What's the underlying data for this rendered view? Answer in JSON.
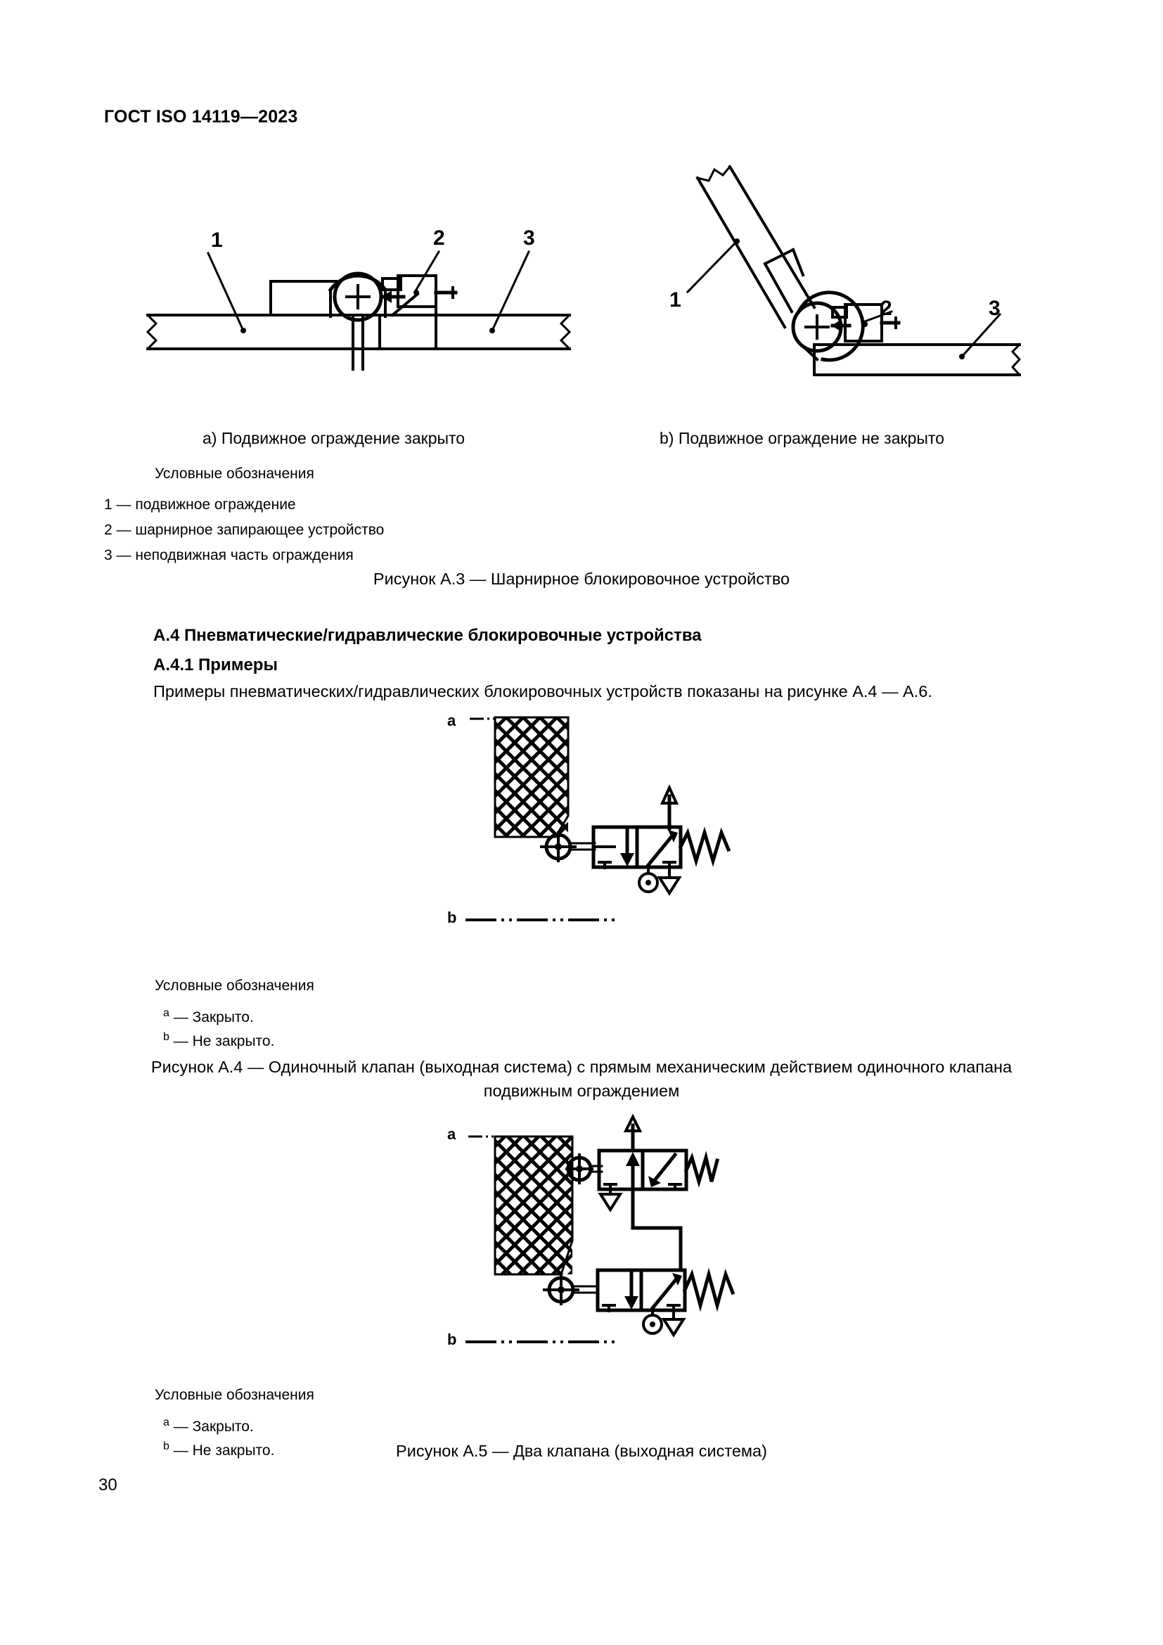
{
  "header": {
    "title": "ГОСТ ISO 14119—2023"
  },
  "page_number": "30",
  "figure_a3": {
    "sub_caption_a": "a) Подвижное ограждение закрыто",
    "sub_caption_b": "b) Подвижное ограждение не закрыто",
    "callouts_a": [
      "1",
      "2",
      "3"
    ],
    "callouts_b": [
      "1",
      "2",
      "3"
    ],
    "legend_heading": "Условные обозначения",
    "legend_items": [
      "1 — подвижное ограждение",
      "2 — шарнирное запирающее устройство",
      "3 — неподвижная часть ограждения"
    ],
    "caption": "Рисунок А.3 — Шарнирное блокировочное устройство"
  },
  "section": {
    "heading_a4": "А.4 Пневматические/гидравлические блокировочные устройства",
    "heading_a41": "А.4.1 Примеры",
    "paragraph": "Примеры пневматических/гидравлических блокировочных устройств показаны на рисунке А.4 — А.6."
  },
  "figure_a4": {
    "marker_a": "a",
    "marker_b": "b",
    "legend_heading": "Условные обозначения",
    "legend_items": [
      {
        "mark": "a",
        "text": "— Закрыто."
      },
      {
        "mark": "b",
        "text": "— Не закрыто."
      }
    ],
    "caption_line1": "Рисунок А.4 — Одиночный клапан (выходная система) с прямым механическим действием одиночного клапана",
    "caption_line2": "подвижным ограждением"
  },
  "figure_a5": {
    "marker_a": "a",
    "marker_b": "b",
    "legend_heading": "Условные обозначения",
    "legend_items": [
      {
        "mark": "a",
        "text": "— Закрыто."
      },
      {
        "mark": "b",
        "text": "— Не закрыто."
      }
    ],
    "caption": "Рисунок А.5 — Два клапана (выходная система)"
  },
  "colors": {
    "ink": "#000000",
    "paper": "#ffffff"
  }
}
